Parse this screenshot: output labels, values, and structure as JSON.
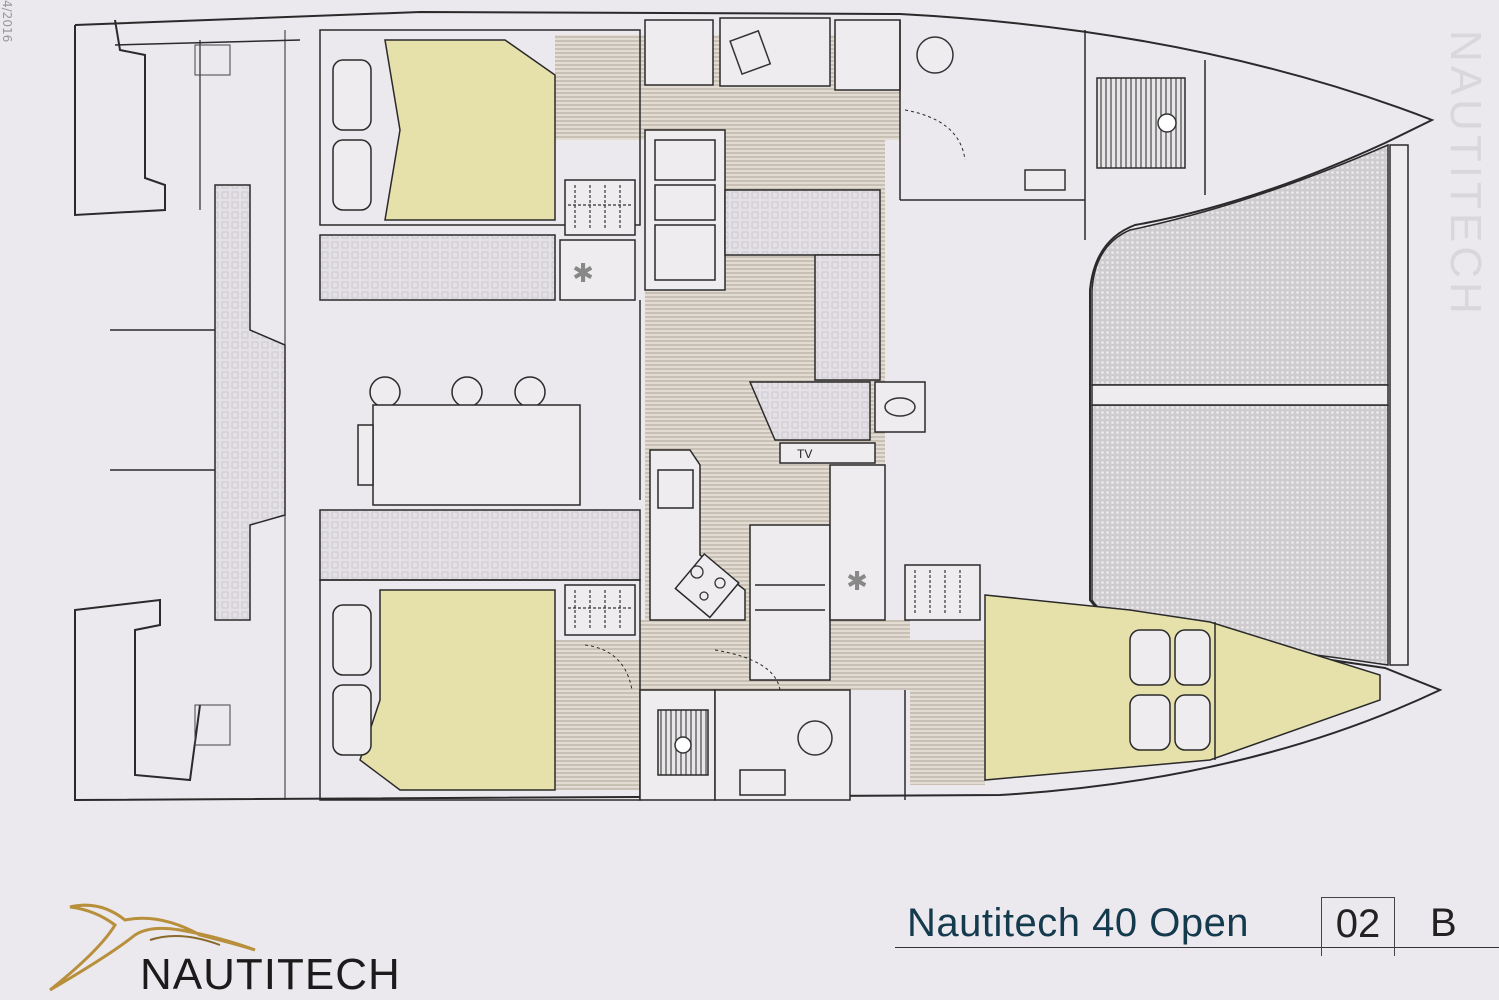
{
  "document": {
    "title": "Nautitech 40 Open",
    "page_number": "02",
    "revision": "B",
    "margin_date": "4/2016"
  },
  "branding": {
    "logo_text": "NAUTITECH",
    "watermark_text": "NAUTITECH"
  },
  "plan": {
    "labels": {
      "tv": "TV"
    },
    "colors": {
      "paper": "#ebe8ee",
      "line": "#2a2a2a",
      "bed": "#e6e1ab",
      "floor_hatch": "#cfc7bb",
      "trampoline": "#b8b4b8",
      "title_text": "#143a4e",
      "logo_gold": "#b8903c"
    }
  }
}
